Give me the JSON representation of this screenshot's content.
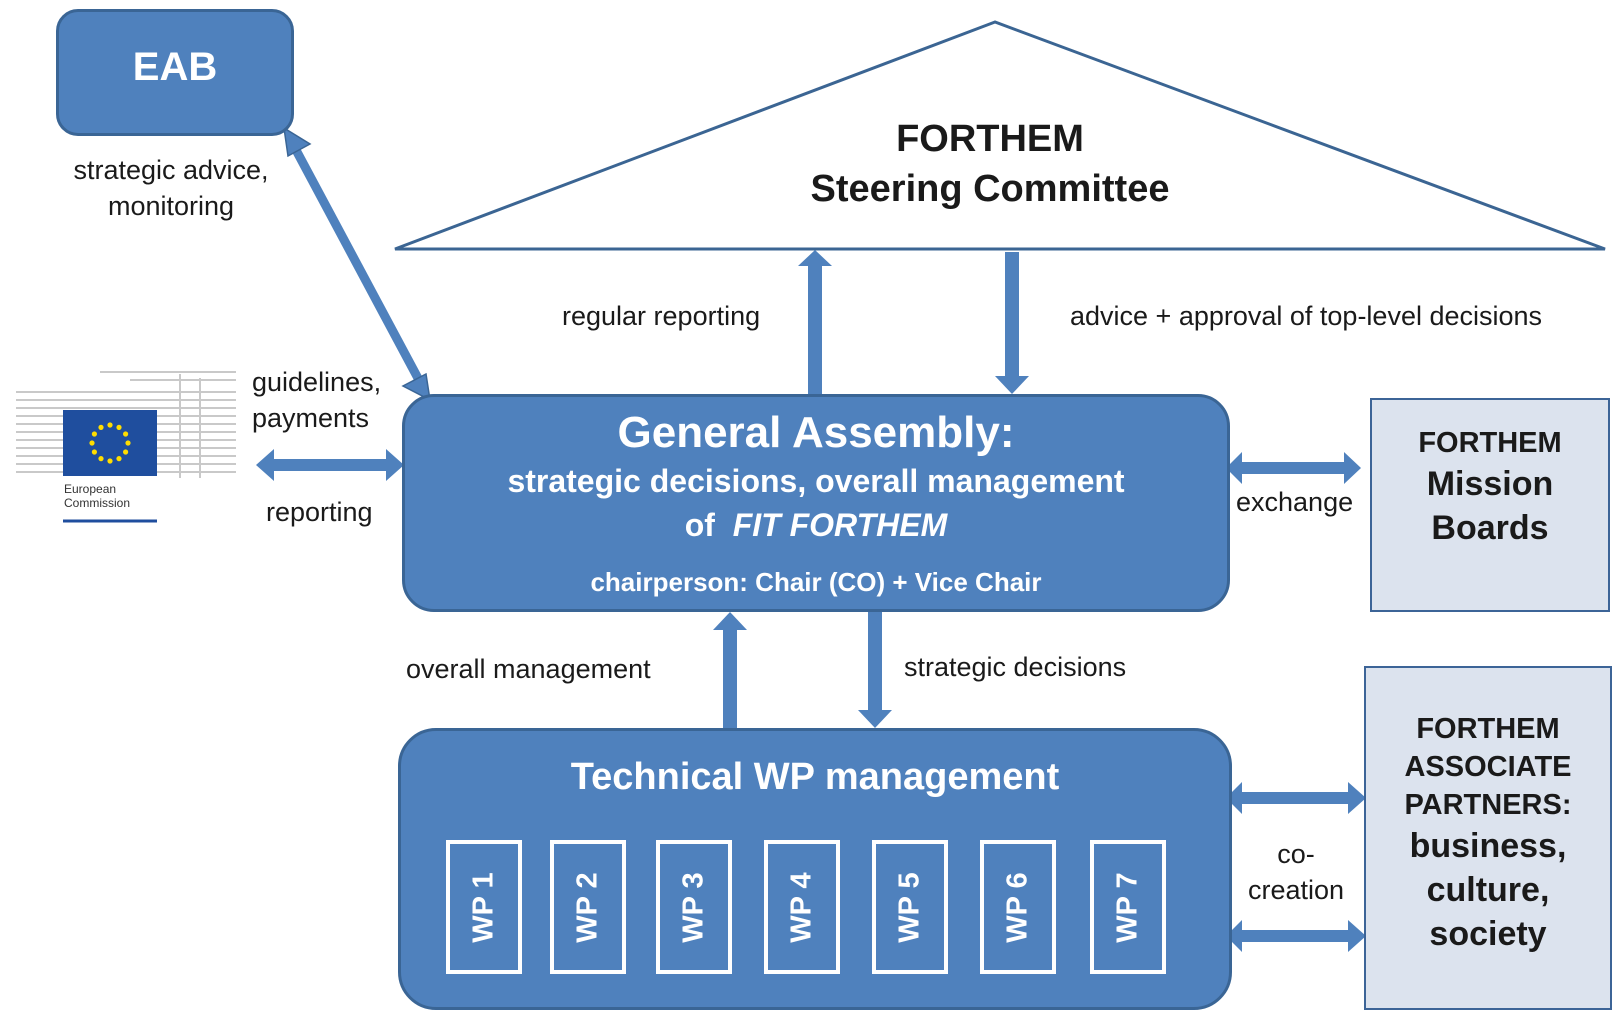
{
  "eab": {
    "label": "EAB"
  },
  "eab_link": {
    "line1": "strategic advice,",
    "line2": "monitoring"
  },
  "steering": {
    "line1": "FORTHEM",
    "line2": "Steering Committee"
  },
  "steering_links": {
    "up_label": "regular reporting",
    "down_label": "advice + approval of top-level decisions"
  },
  "ec": {
    "logo_text_line1": "European",
    "logo_text_line2": "Commission"
  },
  "ec_link": {
    "top_line1": "guidelines,",
    "top_line2": "payments",
    "bottom": "reporting"
  },
  "general_assembly": {
    "title": "General Assembly:",
    "line2": "strategic decisions, overall management",
    "line3_prefix": "of",
    "line3_italic": "FIT FORTHEM",
    "chair": "chairperson: Chair (CO) + Vice Chair"
  },
  "mission_boards": {
    "line1": "FORTHEM",
    "line2": "Mission",
    "line3": "Boards"
  },
  "exchange_label": "exchange",
  "ga_wp_links": {
    "up_label": "overall management",
    "down_label": "strategic decisions"
  },
  "technical": {
    "title": "Technical WP management",
    "wps": [
      "WP 1",
      "WP 2",
      "WP 3",
      "WP 4",
      "WP 5",
      "WP 6",
      "WP 7"
    ]
  },
  "cocreation_label": {
    "line1": "co-",
    "line2": "creation"
  },
  "associate_partners": {
    "line1": "FORTHEM",
    "line2": "ASSOCIATE",
    "line3": "PARTNERS:",
    "line4": "business,",
    "line5": "culture,",
    "line6": "society"
  },
  "colors": {
    "box_fill": "#4f81bd",
    "box_border": "#3a6595",
    "arrow": "#4f81bd",
    "grey_box_fill": "#dce3ee",
    "eu_blue": "#1f4e9e",
    "eu_star": "#ffdd00"
  }
}
